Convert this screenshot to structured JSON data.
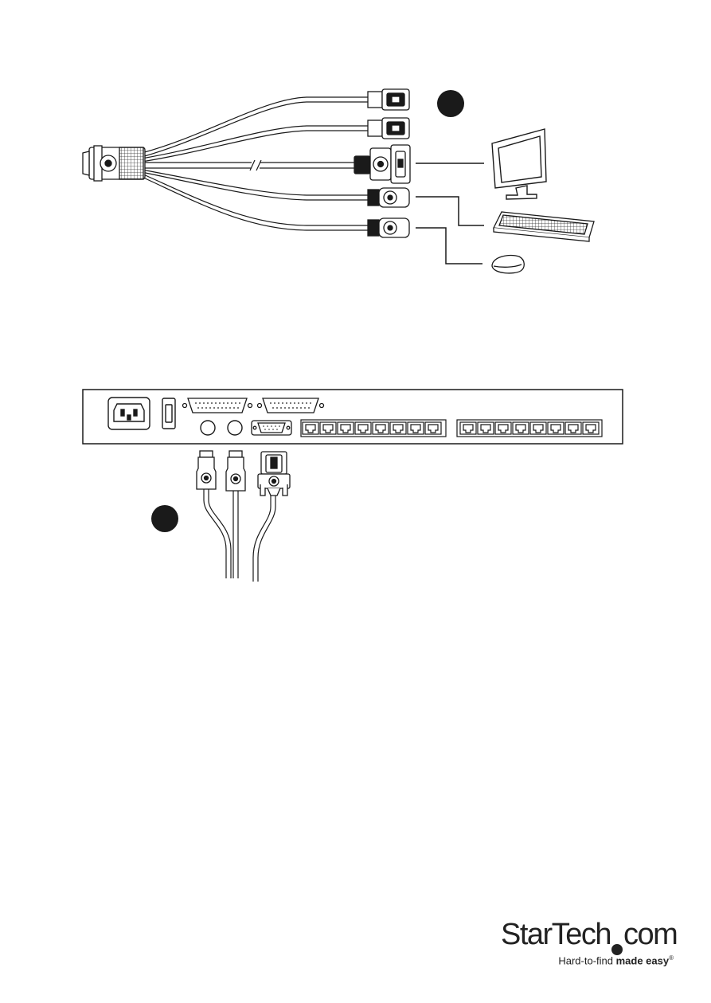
{
  "diagram": {
    "step_markers": [
      "step-1",
      "step-2"
    ],
    "icons": [
      "vga-connector-icon",
      "usb-connector-icon",
      "ps2-connector-icon",
      "monitor-icon",
      "keyboard-icon",
      "mouse-icon",
      "power-socket-icon",
      "power-switch-icon",
      "rj45-port-icon"
    ]
  },
  "logo": {
    "name_a": "StarTech",
    "name_b": "com",
    "tagline_a": "Hard-to-find ",
    "tagline_b": "made easy",
    "reg": "®"
  },
  "colors": {
    "line": "#1a1a1a",
    "fill": "#ffffff",
    "marker": "#1a1a1a"
  }
}
